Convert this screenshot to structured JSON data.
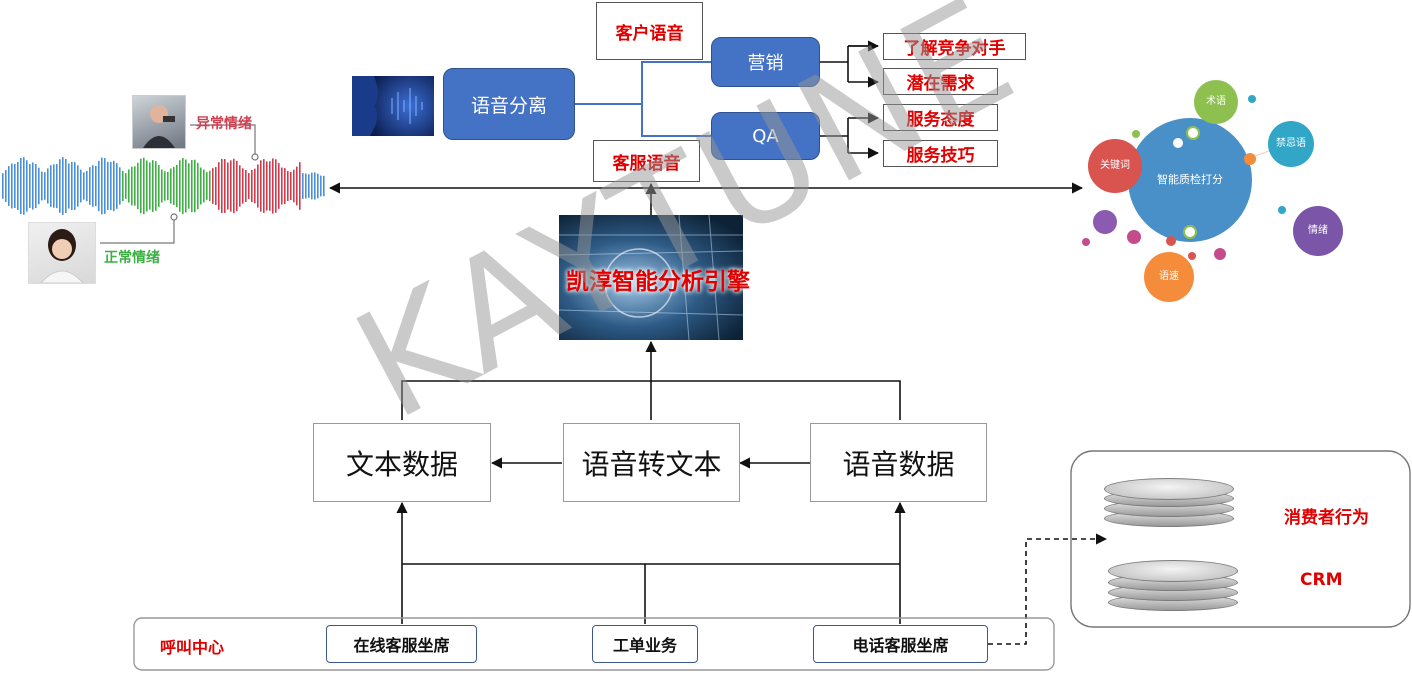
{
  "voice_separation": {
    "label": "语音分离"
  },
  "customer_voice_label": "客户语音",
  "agent_voice_label": "客服语音",
  "marketing": {
    "label": "营销",
    "outcomes": [
      "了解竞争对手",
      "潜在需求"
    ]
  },
  "qa": {
    "label": "QA",
    "outcomes": [
      "服务态度",
      "服务技巧"
    ]
  },
  "emotions": {
    "abnormal": "异常情绪",
    "normal": "正常情绪"
  },
  "engine_label": "凯淳智能分析引擎",
  "data_boxes": {
    "text_data": "文本数据",
    "speech_to_text": "语音转文本",
    "voice_data": "语音数据"
  },
  "call_center": {
    "title": "呼叫中心",
    "channels": [
      "在线客服坐席",
      "工单业务",
      "电话客服坐席"
    ]
  },
  "storage": {
    "consumer_behavior": "消费者行为",
    "crm": "CRM"
  },
  "qa_bubbles": {
    "center": "智能质检打分",
    "terms": "术语",
    "forbidden": "禁忌语",
    "keywords": "关键词",
    "emotion": "情绪",
    "speech_rate": "语速"
  },
  "watermark": "KAYTUNE",
  "colors": {
    "blue_box": "#4472c4",
    "highlight_red": "#e00000",
    "wave_blue": "#4a90d9",
    "wave_green": "#3cb043",
    "wave_red": "#d23b4b"
  }
}
